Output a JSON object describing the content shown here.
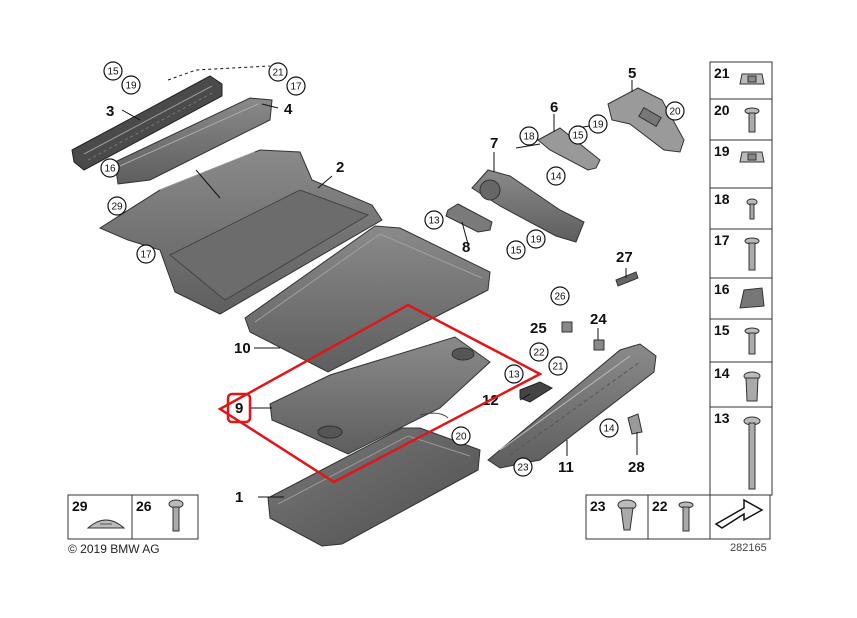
{
  "callouts_plain": [
    {
      "id": "p1",
      "text": "1"
    },
    {
      "id": "p2",
      "text": "2"
    },
    {
      "id": "p3",
      "text": "3"
    },
    {
      "id": "p4",
      "text": "4"
    },
    {
      "id": "p5",
      "text": "5"
    },
    {
      "id": "p6",
      "text": "6"
    },
    {
      "id": "p7",
      "text": "7"
    },
    {
      "id": "p8",
      "text": "8"
    },
    {
      "id": "p9",
      "text": "9"
    },
    {
      "id": "p10",
      "text": "10"
    },
    {
      "id": "p11",
      "text": "11"
    },
    {
      "id": "p12",
      "text": "12"
    },
    {
      "id": "p24",
      "text": "24"
    },
    {
      "id": "p27",
      "text": "27"
    },
    {
      "id": "p28",
      "text": "28"
    }
  ],
  "callouts_circled": [
    {
      "id": "c15a",
      "text": "15"
    },
    {
      "id": "c19a",
      "text": "19"
    },
    {
      "id": "c21a",
      "text": "21"
    },
    {
      "id": "c17a",
      "text": "17"
    },
    {
      "id": "c16a",
      "text": "16"
    },
    {
      "id": "c29a",
      "text": "29"
    },
    {
      "id": "c17b",
      "text": "17"
    },
    {
      "id": "c18a",
      "text": "18"
    },
    {
      "id": "c15b",
      "text": "15"
    },
    {
      "id": "c19b",
      "text": "19"
    },
    {
      "id": "c20a",
      "text": "20"
    },
    {
      "id": "c14a",
      "text": "14"
    },
    {
      "id": "c13a",
      "text": "13"
    },
    {
      "id": "c15c",
      "text": "15"
    },
    {
      "id": "c19c",
      "text": "19"
    },
    {
      "id": "c26a",
      "text": "26"
    },
    {
      "id": "c25a",
      "text": "25"
    },
    {
      "id": "c22a",
      "text": "22"
    },
    {
      "id": "c21b",
      "text": "21"
    },
    {
      "id": "c13b",
      "text": "13"
    },
    {
      "id": "c20b",
      "text": "20"
    },
    {
      "id": "c14b",
      "text": "14"
    },
    {
      "id": "c23a",
      "text": "23"
    }
  ],
  "legend_right": [
    {
      "id": "r21",
      "text": "21",
      "icon": "clip-nut-icon"
    },
    {
      "id": "r20",
      "text": "20",
      "icon": "screw-icon"
    },
    {
      "id": "r19",
      "text": "19",
      "icon": "clip-nut-icon"
    },
    {
      "id": "r18",
      "text": "18",
      "icon": "rivet-icon"
    },
    {
      "id": "r17",
      "text": "17",
      "icon": "screw-icon"
    },
    {
      "id": "r16",
      "text": "16",
      "icon": "clip-icon"
    },
    {
      "id": "r15",
      "text": "15",
      "icon": "screw-icon"
    },
    {
      "id": "r14",
      "text": "14",
      "icon": "nut-insert-icon"
    },
    {
      "id": "r13",
      "text": "13",
      "icon": "bolt-icon"
    }
  ],
  "legend_bottom_right": [
    {
      "id": "b23",
      "text": "23",
      "icon": "push-rivet-icon"
    },
    {
      "id": "b22",
      "text": "22",
      "icon": "screw-icon"
    }
  ],
  "legend_bottom_left": [
    {
      "id": "b29",
      "text": "29",
      "icon": "cap-icon"
    },
    {
      "id": "b26",
      "text": "26",
      "icon": "screw-icon"
    }
  ],
  "copyright": "© 2019 BMW AG",
  "doc_id": "282165",
  "highlight_color": "#e0161b"
}
